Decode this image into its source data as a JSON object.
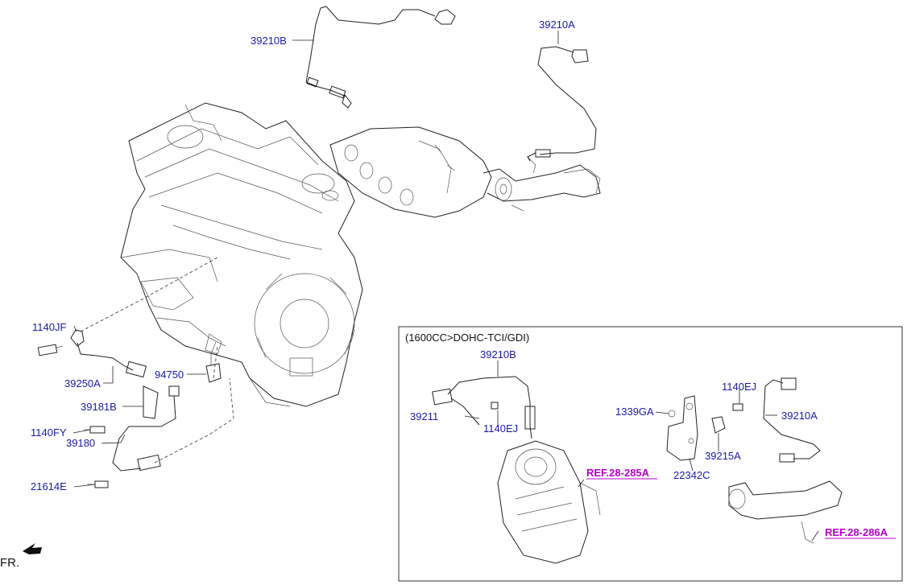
{
  "inset": {
    "title": "(1600CC>DOHC-TCI/GDI)"
  },
  "labels": {
    "p39210B_top": "39210B",
    "p39210A_top": "39210A",
    "p1140JF": "1140JF",
    "p39250A": "39250A",
    "p94750": "94750",
    "p39181B": "39181B",
    "p1140FY": "1140FY",
    "p39180": "39180",
    "p21614E": "21614E",
    "p39210B_inset": "39210B",
    "p39211": "39211",
    "p1140EJ_left": "1140EJ",
    "p1339GA": "1339GA",
    "p1140EJ_right": "1140EJ",
    "p39210A_inset": "39210A",
    "p39215A": "39215A",
    "p22342C": "22342C"
  },
  "refs": {
    "ref285": "REF.28-285A",
    "ref286": "REF.28-286A"
  },
  "front": {
    "label": "FR."
  }
}
